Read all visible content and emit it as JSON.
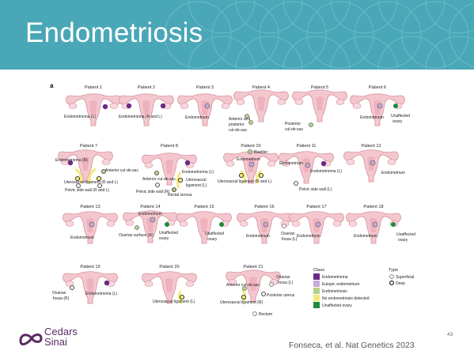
{
  "slide": {
    "title": "Endometriosis",
    "citation": "Fonseca, et al. Nat Genetics 2023",
    "page_number": "43",
    "logo": {
      "line1": "Cedars",
      "line2": "Sinai",
      "color": "#5a2a63"
    },
    "header_color": "#4aa7b7"
  },
  "figure": {
    "panel_label": "a",
    "classes": {
      "endometrioma": "#6b2a86",
      "eutopic": "#c6a9d6",
      "endometriosis": "#b6cf8a",
      "none": "#f4ea7a",
      "unaffected": "#1e8a3a"
    },
    "patients": [
      {
        "caption": "Patient 1",
        "labels": [
          "Endometrioma (L)"
        ]
      },
      {
        "caption": "Patient 2",
        "labels": [
          "Endometrioma (R and L)"
        ]
      },
      {
        "caption": "Patient 3",
        "labels": [
          "Endometrium"
        ]
      },
      {
        "caption": "Patient 4",
        "labels": [
          "Anterior and",
          "posterior",
          "cul-de-sac"
        ]
      },
      {
        "caption": "Patient 5",
        "labels": [
          "Posterior",
          "cul-de-sac"
        ]
      },
      {
        "caption": "Patient 6",
        "labels": [
          "Endometrium",
          "Unaffected",
          "ovary"
        ]
      },
      {
        "caption": "Patient 7",
        "labels": [
          "Endometrioma (R)",
          "Anterior cul-de-sac",
          "Uterosacral ligament (R and L)",
          "Pelvic side wall (R and L)"
        ]
      },
      {
        "caption": "Patient 8",
        "labels": [
          "Endometrioma (L)",
          "Anterior cul-de-sac",
          "Uterosacral",
          "ligament (L)",
          "Pelvic side wall (R)",
          "Rectal serosa"
        ]
      },
      {
        "caption": "Patient 10",
        "labels": [
          "Bladder",
          "Endometrium",
          "Uterosacral ligament (R and L)"
        ]
      },
      {
        "caption": "Patient 11",
        "labels": [
          "Endometrium",
          "Endometrioma (L)",
          "Pelvic side wall (L)"
        ]
      },
      {
        "caption": "Patient 12",
        "labels": [
          "Endometrium"
        ]
      },
      {
        "caption": "Patient 13",
        "labels": [
          "Endometrium"
        ]
      },
      {
        "caption": "Patient 14",
        "labels": [
          "Endometrium",
          "Ovarian surface (R)",
          "Unaffected",
          "ovary"
        ]
      },
      {
        "caption": "Patient 15",
        "labels": [
          "Unaffected",
          "ovary"
        ]
      },
      {
        "caption": "Patient 16",
        "labels": [
          "Endometrium",
          "Ovarian",
          "fossa (L)"
        ]
      },
      {
        "caption": "Patient 17",
        "labels": [
          "Endometrium"
        ]
      },
      {
        "caption": "Patient 18",
        "labels": [
          "Endometrium",
          "Unaffected",
          "ovary"
        ]
      },
      {
        "caption": "Patient 19",
        "labels": [
          "Ovarian",
          "fossa (R)",
          "Endometrioma (L)"
        ]
      },
      {
        "caption": "Patient 20",
        "labels": [
          "Uterosacral ligament (L)"
        ]
      },
      {
        "caption": "Patient 21",
        "labels": [
          "Anterior cul-de-sac",
          "Ovarian",
          "fossa (L)",
          "Posterior uterus",
          "Uterosacral ligament (R)",
          "Rectum"
        ]
      }
    ],
    "legend": {
      "class_title": "Class",
      "class_items": [
        "Endometrioma",
        "Eutopic endometrium",
        "Endometriosis",
        "No endometriosis detected",
        "Unaffected ovary"
      ],
      "type_title": "Type",
      "type_items": [
        "Superficial",
        "Deep"
      ]
    }
  }
}
